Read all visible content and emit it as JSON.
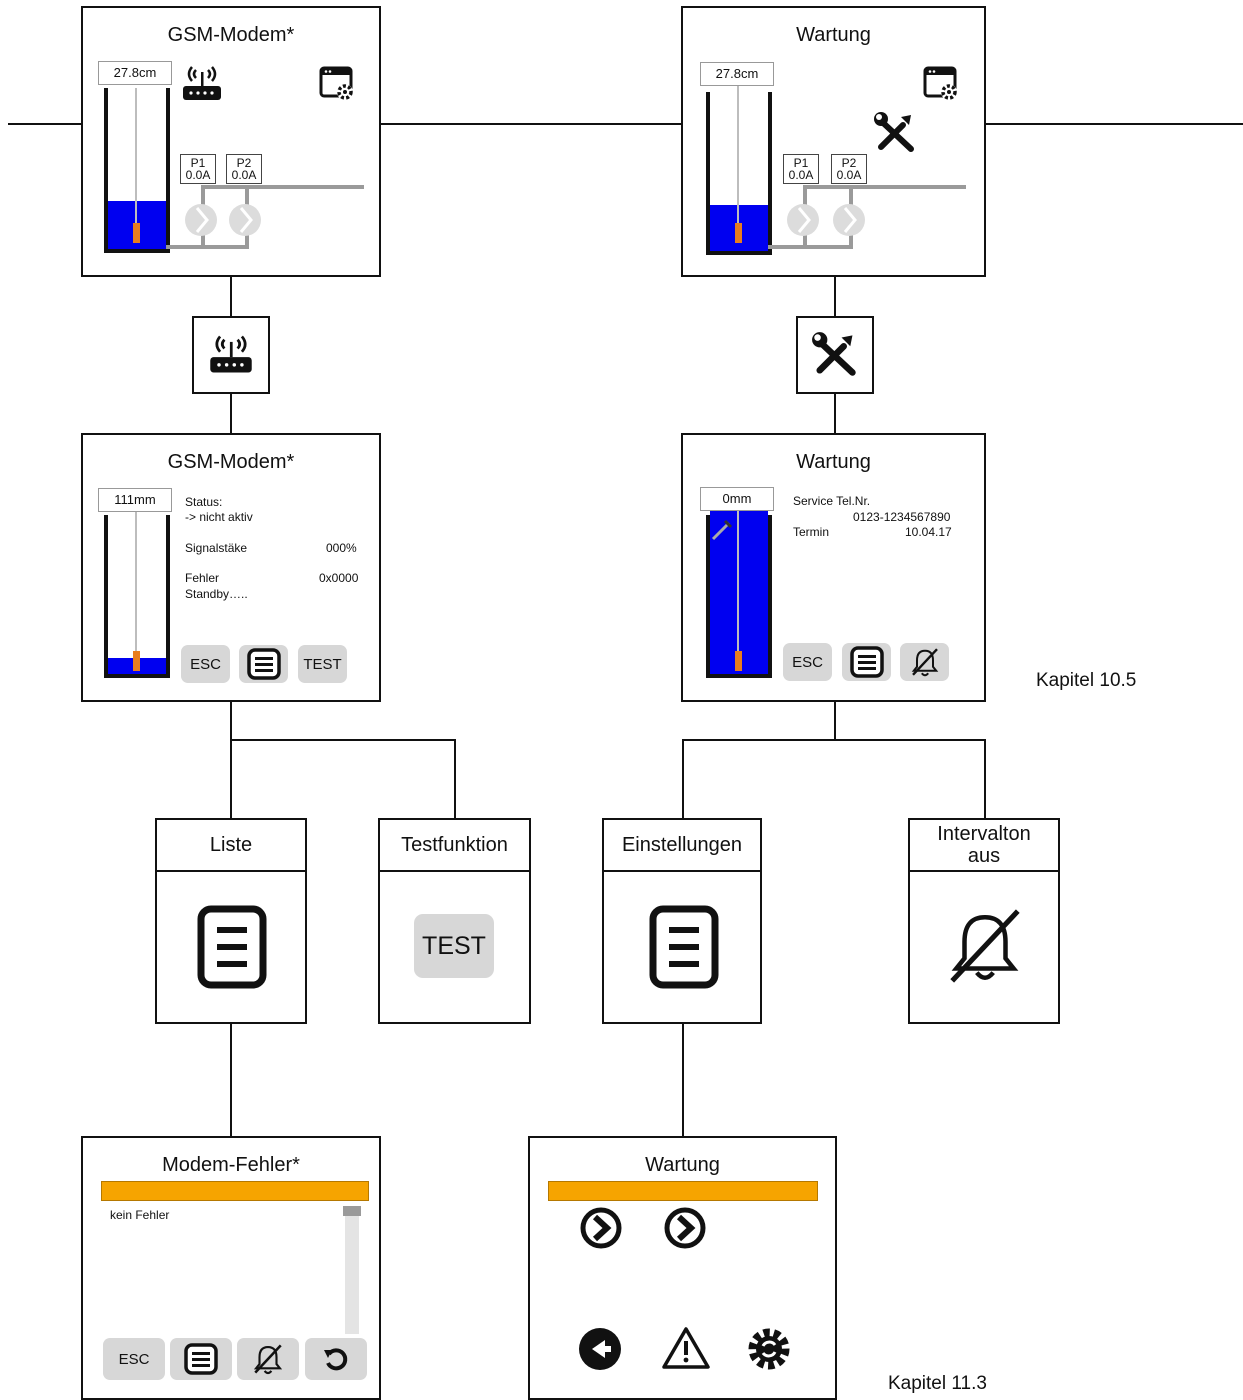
{
  "screens": {
    "gsm_main": {
      "title": "GSM-Modem*",
      "level": "27.8cm",
      "p1": "P1",
      "p1_val": "0.0A",
      "p2": "P2",
      "p2_val": "0.0A"
    },
    "wartung_main": {
      "title": "Wartung",
      "level": "27.8cm",
      "p1": "P1",
      "p1_val": "0.0A",
      "p2": "P2",
      "p2_val": "0.0A"
    },
    "gsm_detail": {
      "title": "GSM-Modem*",
      "level": "111mm",
      "status_label": "Status:",
      "status_value": "-> nicht aktiv",
      "signal_label": "Signalstäke",
      "signal_value": "000%",
      "fehler_label": "Fehler",
      "fehler_value": "0x0000",
      "standby": "Standby…..",
      "btn_esc": "ESC",
      "btn_test": "TEST"
    },
    "wartung_detail": {
      "title": "Wartung",
      "level": "0mm",
      "service_label": "Service Tel.Nr.",
      "service_value": "0123-1234567890",
      "termin_label": "Termin",
      "termin_value": "10.04.17",
      "btn_esc": "ESC"
    },
    "modem_fehler": {
      "title": "Modem-Fehler*",
      "entry": "kein Fehler",
      "btn_esc": "ESC"
    },
    "wartung_menu": {
      "title": "Wartung"
    }
  },
  "nodes": {
    "liste": "Liste",
    "testfunktion": "Testfunktion",
    "testfunktion_btn": "TEST",
    "einstellungen": "Einstellungen",
    "intervalton": "Intervalton\naus"
  },
  "chapters": {
    "c105": "Kapitel 10.5",
    "c113": "Kapitel 11.3"
  },
  "icons": [
    "router-icon",
    "settings-window-icon",
    "wrench-screwdriver-icon",
    "list-icon",
    "bell-off-icon",
    "chevron-right-circle-icon",
    "arrow-left-circle-icon",
    "warning-icon",
    "gear-refresh-icon",
    "reset-icon"
  ],
  "colors": {
    "water": "#0000f0",
    "sensor": "#e87d1e",
    "header_bar": "#f6a400",
    "button": "#d7d7d7"
  }
}
